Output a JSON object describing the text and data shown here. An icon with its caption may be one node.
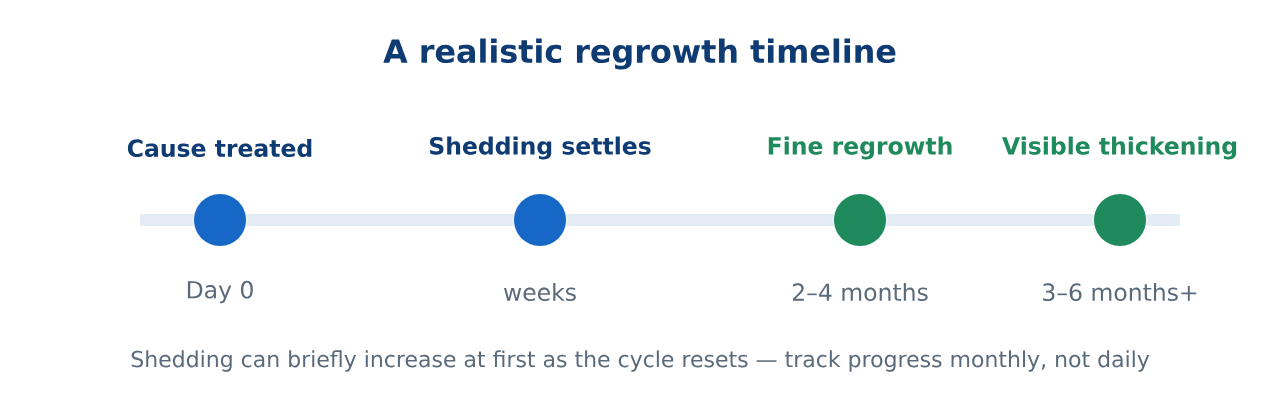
{
  "diagram": {
    "title": "A realistic regrowth timeline",
    "nodes": [
      {
        "text": [
          "Cause treated"
        ],
        "beside": [
          "Day 0"
        ]
      },
      {
        "text": [
          "Shedding settles"
        ],
        "beside": [
          "weeks"
        ]
      },
      {
        "text": [
          "Fine regrowth"
        ],
        "beside": [
          "2–4 months"
        ]
      },
      {
        "text": [
          "Visible thickening"
        ],
        "beside": [
          "3–6 months+"
        ]
      }
    ],
    "edges": [
      {
        "from": 0,
        "to": 1,
        "arrow": "none"
      },
      {
        "from": 1,
        "to": 2,
        "arrow": "none"
      },
      {
        "from": 2,
        "to": 3,
        "arrow": "none"
      }
    ],
    "caption": "Shedding can briefly increase at first as the cycle resets — track progress monthly, not daily"
  }
}
